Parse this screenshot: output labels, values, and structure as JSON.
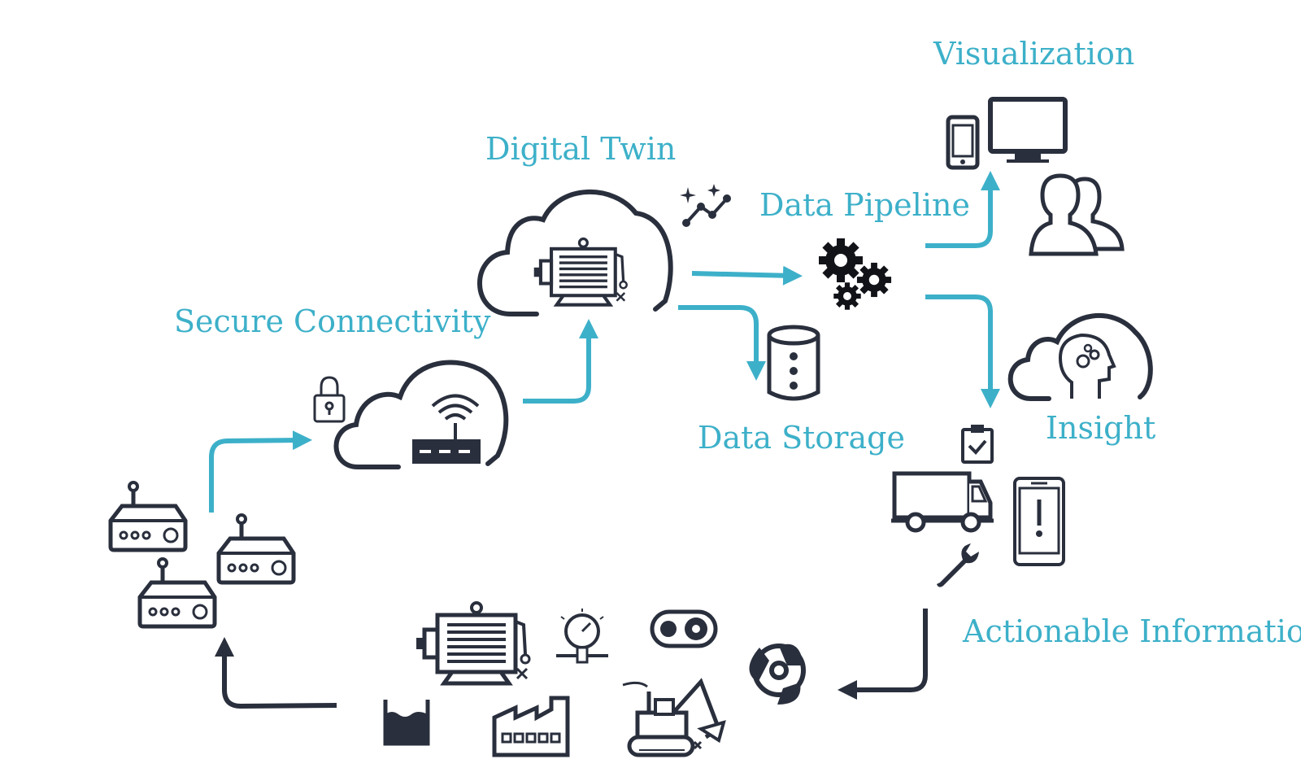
{
  "labels": {
    "secure_connectivity": "Secure Connectivity",
    "digital_twin": "Digital Twin",
    "data_pipeline": "Data Pipeline",
    "data_storage": "Data Storage",
    "visualization": "Visualization",
    "insight": "Insight",
    "actionable_information": "Actionable Information"
  },
  "colors": {
    "accent": "#3db0c9",
    "ink": "#2a2f3d"
  },
  "icons": [
    "router-icon",
    "lock-icon",
    "cloud-router-icon",
    "cloud-motor-icon",
    "sparkle-chart-icon",
    "gears-icon",
    "database-icon",
    "smartphone-icon",
    "monitor-icon",
    "users-icon",
    "cloud-brain-icon",
    "clipboard-check-icon",
    "delivery-truck-icon",
    "alert-phone-icon",
    "wrench-icon",
    "fan-icon",
    "motor-icon",
    "pressure-gauge-icon",
    "conveyor-icon",
    "tank-icon",
    "factory-icon",
    "excavator-icon"
  ]
}
